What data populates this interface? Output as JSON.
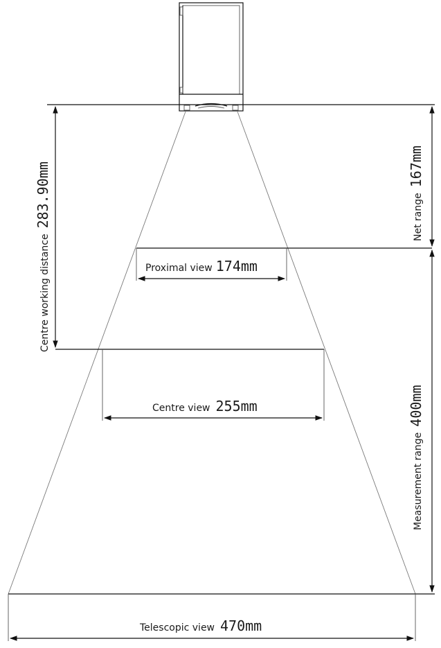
{
  "labels": {
    "proximal_prefix": "Proximal view",
    "proximal_value": "174mm",
    "centre_prefix": "Centre view",
    "centre_value": "255mm",
    "telescopic_prefix": "Telescopic view",
    "telescopic_value": "470mm",
    "working_prefix": "Centre working distance",
    "working_value": "283.90mm",
    "net_prefix": "Net range",
    "net_value": "167mm",
    "measurement_prefix": "Measurement range",
    "measurement_value": "400mm"
  }
}
